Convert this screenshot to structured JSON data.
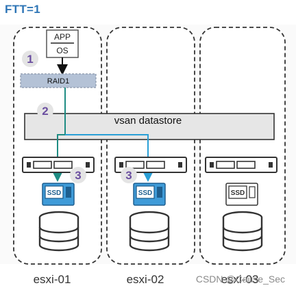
{
  "title": "FTT=1",
  "app_box": {
    "line1": "APP",
    "line2": "OS"
  },
  "raid_label": "RAID1",
  "datastore_label": "vsan datastore",
  "steps": [
    "1",
    "2",
    "3",
    "3"
  ],
  "ssd_label": "SSD",
  "hosts": [
    {
      "label": "esxi-01",
      "ssd_state": "active"
    },
    {
      "label": "esxi-02",
      "ssd_state": "active"
    },
    {
      "label": "esxi-03",
      "ssd_state": "idle"
    }
  ],
  "watermark": "CSDN @Cause_Sec",
  "colors": {
    "title": "#2E75B6",
    "raid_fill": "#B4C2D6",
    "path_green": "#1E8C83",
    "path_blue": "#2A9FD6",
    "ssd_active_fill": "#3F9BD8",
    "ssd_idle_fill": "#ffffff",
    "step_circle": "#E4E4E4",
    "step_text": "#6B4FA0",
    "datastore_fill": "#E6E6E6"
  }
}
